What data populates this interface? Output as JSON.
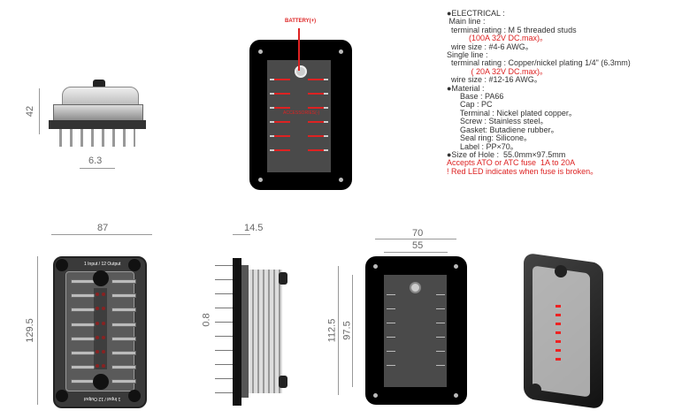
{
  "top_panel": {
    "battery_label": "BATTERY(+)",
    "accessories_label": "ACCESSORIES(-)"
  },
  "dimensions": {
    "height_side": "42",
    "terminal_pitch": "6.3",
    "width_front": "87",
    "height_front": "129.5",
    "depth": "14.5",
    "small": "0.8",
    "hole_outer_w": "70",
    "hole_inner_w": "55",
    "hole_outer_h": "112.5",
    "hole_inner_h": "97.5"
  },
  "front_label": "1 Input / 12 Output",
  "specs": [
    {
      "text": "●ELECTRICAL :",
      "red": false
    },
    {
      "text": " Main line :",
      "red": false
    },
    {
      "text": "  terminal rating : M 5 threaded studs",
      "red": false
    },
    {
      "text": "          (100A 32V DC.max)。",
      "red": true
    },
    {
      "text": "  wire size : #4-6 AWG。",
      "red": false
    },
    {
      "text": "Single line :",
      "red": false
    },
    {
      "text": "  terminal rating : Copper/nickel plating 1/4\" (6.3mm)",
      "red": false
    },
    {
      "text": "           ( 20A 32V DC.max)。",
      "red": true
    },
    {
      "text": "  wire size : #12-16 AWG。",
      "red": false
    },
    {
      "text": "●Material :",
      "red": false
    },
    {
      "text": "      Base : PA66",
      "red": false
    },
    {
      "text": "      Cap : PC",
      "red": false
    },
    {
      "text": "      Terminal : Nickel plated copper。",
      "red": false
    },
    {
      "text": "      Screw : Stainless steel。",
      "red": false
    },
    {
      "text": "      Gasket: Butadiene rubber。",
      "red": false
    },
    {
      "text": "      Seal ring: Silicone。",
      "red": false
    },
    {
      "text": "      Label : PP×70。",
      "red": false
    },
    {
      "text": "●Size of Hole :  55.0mm×97.5mm",
      "red": false
    },
    {
      "text": "Accepts ATO or ATC fuse  1A to 20A",
      "red": true
    },
    {
      "text": "! Red LED indicates when fuse is broken。",
      "red": true
    }
  ],
  "colors": {
    "red": "#dd2222",
    "panel": "#000000",
    "inner": "#4a4a4a"
  }
}
